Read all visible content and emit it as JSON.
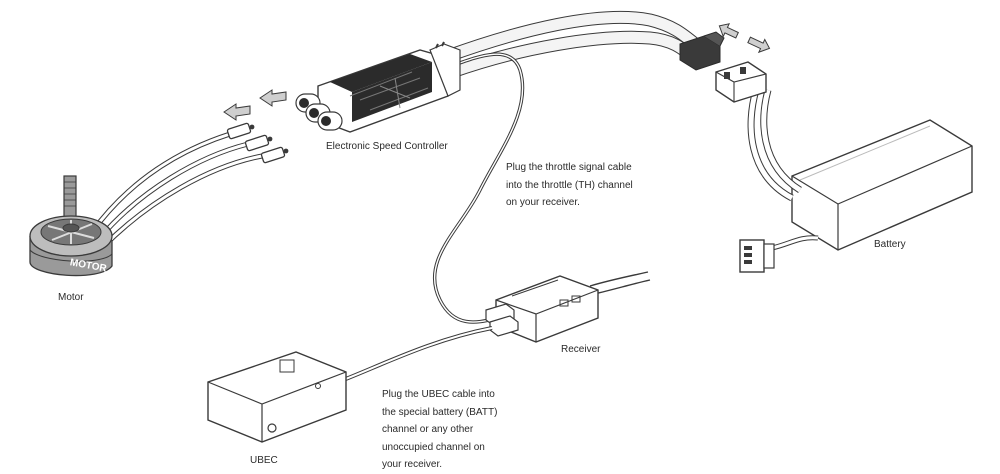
{
  "labels": {
    "motor": "Motor",
    "esc": "Electronic Speed Controller",
    "battery": "Battery",
    "receiver": "Receiver",
    "ubec": "UBEC",
    "motor_badge": "MOTOR"
  },
  "notes": {
    "throttle": [
      "Plug the throttle signal cable",
      "into the throttle (TH) channel",
      "on your receiver."
    ],
    "ubec": [
      "Plug the UBEC cable into",
      "the special battery (BATT)",
      "channel or any other",
      "unoccupied channel on",
      "your receiver."
    ]
  },
  "colors": {
    "line": "#3a3a3a",
    "cable_fill": "#f4f4f4",
    "body_fill": "#ffffff",
    "esc_fill": "#2b2b2b",
    "motor_fill": "#9a9a9a",
    "arrow_fill": "#cfcfcf"
  }
}
